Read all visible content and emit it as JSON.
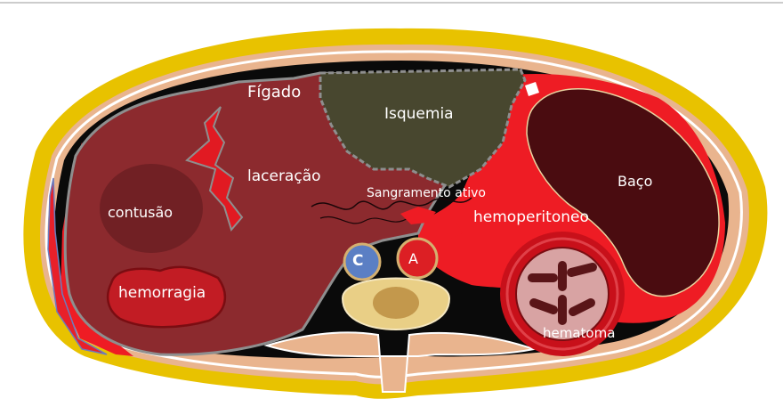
{
  "labels": {
    "figado": "Fígado",
    "isquemia": "Isquemia",
    "laceracao": "laceração",
    "sangramento": "Sangramento ativo",
    "hemoperitoneo": "hemoperitoneo",
    "baco": "Baço",
    "contusao": "contusão",
    "hemorragia": "hemorragia",
    "hematoma": "hematoma",
    "cava": "C",
    "aorta": "A"
  },
  "colors": {
    "background": "#ffffff",
    "outer_ring": "#e8c200",
    "skin": "#e9b48e",
    "inner_fat": "#d9a57e",
    "cavity": "#0a0a0a",
    "liver": "#8c2a2e",
    "liver_outline": "#8e8e8e",
    "ischemia": "#48472f",
    "hemoperitoneum": "#ee1c24",
    "spleen": "#4a0c10",
    "contusion": "#6c1f22",
    "hemorrhage": "#c21c24",
    "vertebra": "#e9cf86",
    "cava": "#5b7fc4",
    "aorta": "#dc1f24",
    "bowel_outer": "#c8101a",
    "bowel_inner": "#d8a3a3"
  }
}
